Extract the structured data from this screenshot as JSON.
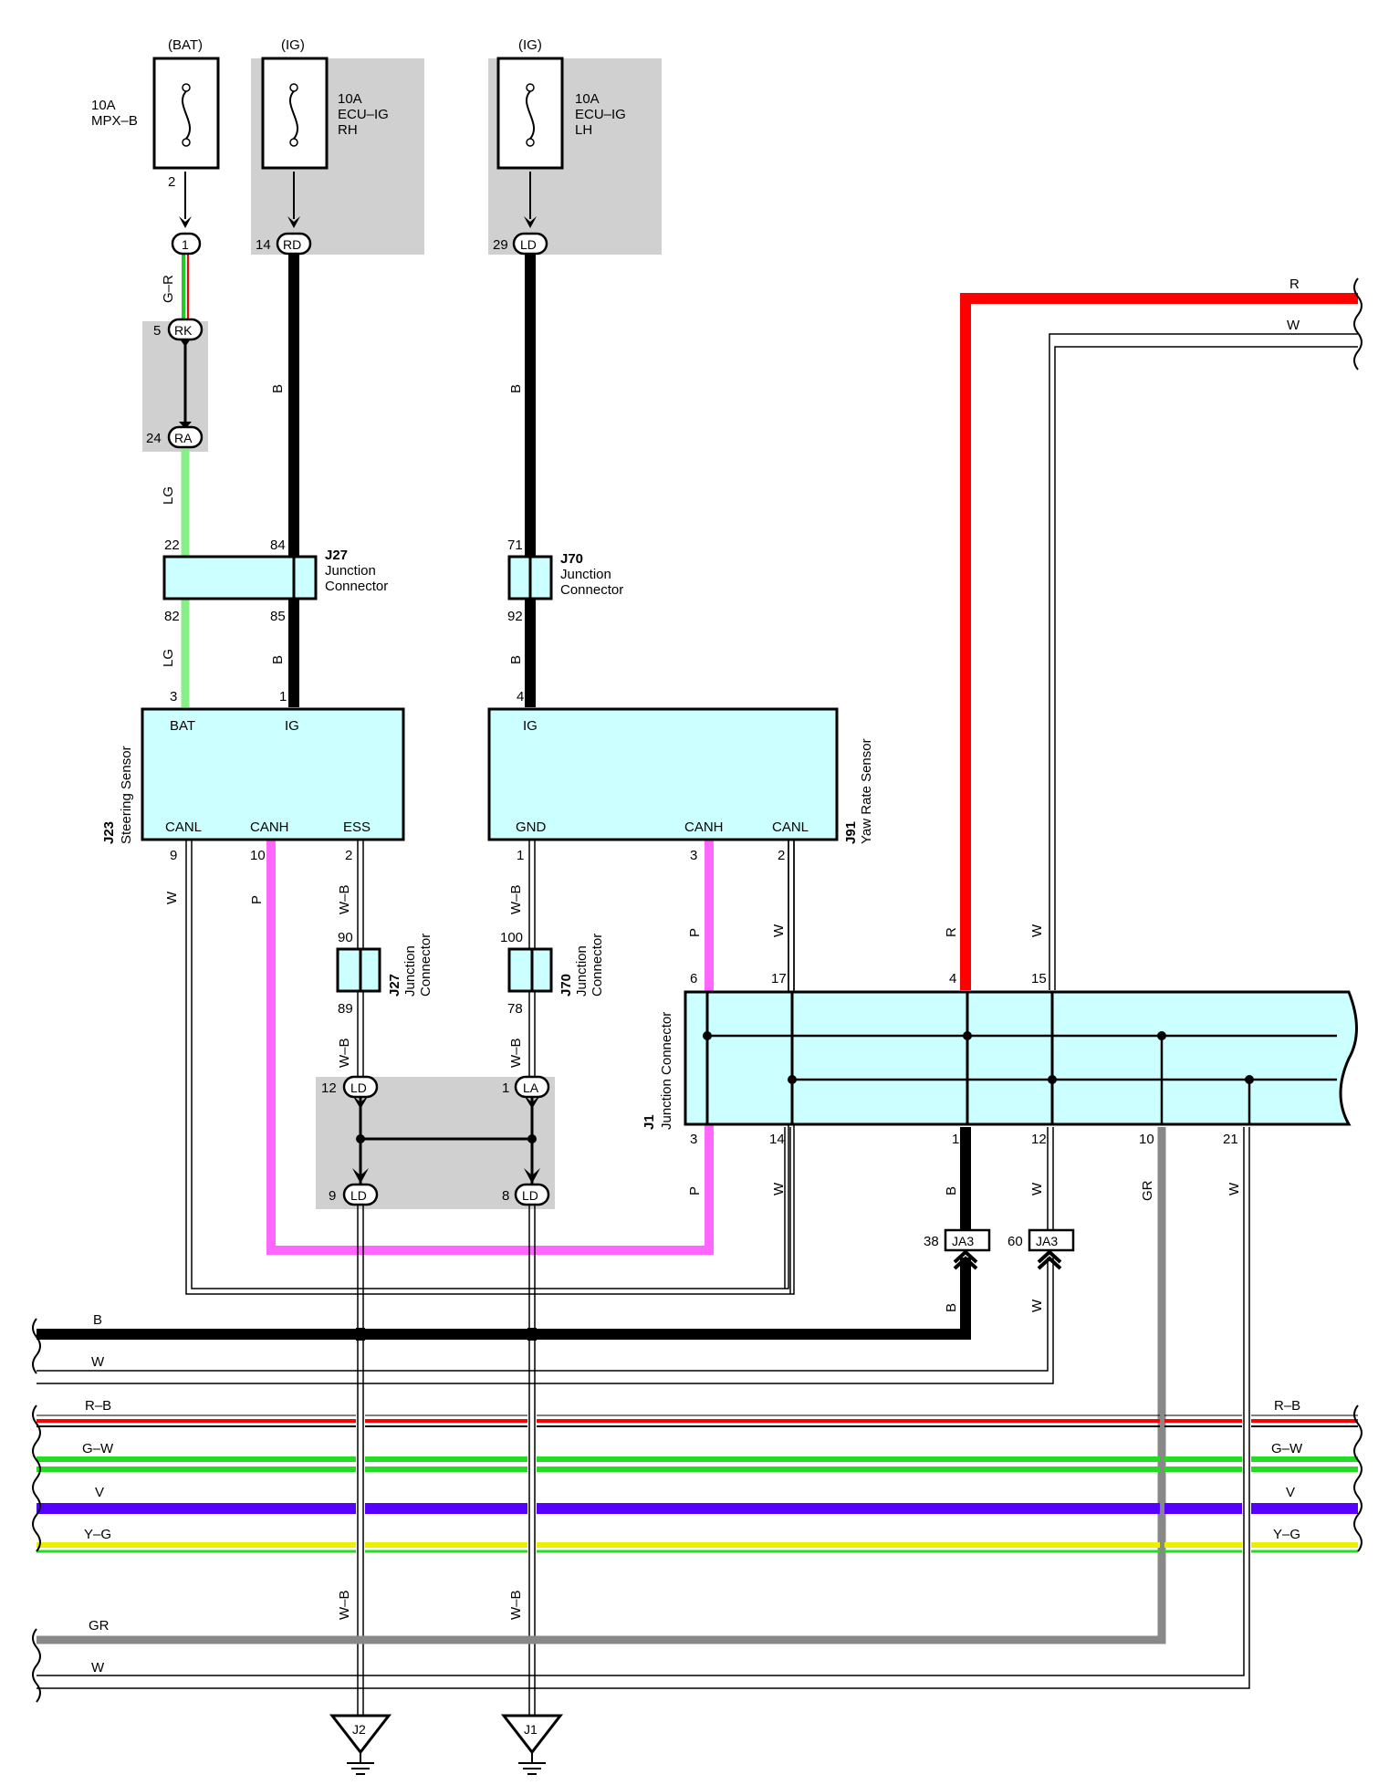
{
  "fuses": [
    {
      "source": "(BAT)",
      "amp": "10A",
      "name1": "MPX–B",
      "name2": "",
      "pin": "2"
    },
    {
      "source": "(IG)",
      "amp": "10A",
      "name1": "ECU–IG",
      "name2": "RH",
      "pin": "14"
    },
    {
      "source": "(IG)",
      "amp": "10A",
      "name1": "ECU–IG",
      "name2": "LH",
      "pin": "29"
    }
  ],
  "pins": {
    "p1": "1",
    "p2_rk": "5",
    "p2_ra": "24",
    "p14": "14",
    "p29": "29",
    "j27_22": "22",
    "j27_84": "84",
    "j27_82": "82",
    "j27_85": "85",
    "j70_71": "71",
    "j70_92": "92",
    "ss_3": "3",
    "ss_1": "1",
    "ss_9": "9",
    "ss_10": "10",
    "ss_2": "2",
    "yr_4": "4",
    "yr_1": "1",
    "yr_3": "3",
    "yr_2": "2",
    "j27b_90": "90",
    "j27b_89": "89",
    "j70b_100": "100",
    "j70b_78": "78",
    "ld12": "12",
    "la1": "1",
    "ld9": "9",
    "ld8": "8",
    "j1_6": "6",
    "j1_17": "17",
    "j1_4": "4",
    "j1_15": "15",
    "j1_3": "3",
    "j1_14": "14",
    "j1_1": "1",
    "j1_12": "12",
    "j1_10": "10",
    "j1_21": "21",
    "ja3_38": "38",
    "ja3_60": "60"
  },
  "connector_codes": {
    "c1": "1",
    "rk": "RK",
    "ra": "RA",
    "rd": "RD",
    "ld_top": "LD",
    "ld12": "LD",
    "la": "LA",
    "ld9": "LD",
    "ld8": "LD",
    "ja3a": "JA3",
    "ja3b": "JA3",
    "j2": "J2",
    "j1": "J1"
  },
  "wires": {
    "gr": "G–R",
    "lg1": "LG",
    "lg2": "LG",
    "b1": "B",
    "b2": "B",
    "b3": "B",
    "b4": "B",
    "w_ss": "W",
    "p_ss": "P",
    "wb_ss": "W–B",
    "wb_ss2": "W–B",
    "wb_ss3": "W–B",
    "wb_yr": "W–B",
    "wb_yr2": "W–B",
    "wb_yr3": "W–B",
    "p_yr": "P",
    "w_yr": "W",
    "r_top": "R",
    "w_top": "W",
    "r_j1": "R",
    "w_j1": "W",
    "p_j1": "P",
    "w_j1_14": "W",
    "b_j1": "B",
    "w_j1_12": "W",
    "gr_j1": "GR",
    "w_j1_21": "W",
    "b_ja3": "B",
    "w_ja3": "W"
  },
  "bus_lines": [
    {
      "label": "B",
      "right": "",
      "color": "#000000"
    },
    {
      "label": "W",
      "right": "",
      "color": "#ffffff"
    },
    {
      "label": "R–B",
      "right": "R–B",
      "color": "#ff0000"
    },
    {
      "label": "G–W",
      "right": "G–W",
      "color": "#22dd22"
    },
    {
      "label": "V",
      "right": "V",
      "color": "#5500ff"
    },
    {
      "label": "Y–G",
      "right": "Y–G",
      "color": "#eeee00"
    },
    {
      "label": "GR",
      "right": "",
      "color": "#888888"
    },
    {
      "label": "W",
      "right": "",
      "color": "#ffffff"
    }
  ],
  "components": {
    "j27": {
      "code": "J27",
      "line1": "Junction",
      "line2": "Connector"
    },
    "j70": {
      "code": "J70",
      "line1": "Junction",
      "line2": "Connector"
    },
    "j27b": {
      "code": "J27",
      "line1": "Junction",
      "line2": "Connector"
    },
    "j70b": {
      "code": "J70",
      "line1": "Junction",
      "line2": "Connector"
    },
    "steering": {
      "code": "J23",
      "name": "Steering Sensor",
      "bat": "BAT",
      "ig": "IG",
      "canl": "CANL",
      "canh": "CANH",
      "ess": "ESS"
    },
    "yaw": {
      "code": "J91",
      "name": "Yaw Rate Sensor",
      "ig": "IG",
      "gnd": "GND",
      "canh": "CANH",
      "canl": "CANL"
    },
    "j1": {
      "code": "J1",
      "name": "Junction Connector"
    }
  },
  "colors": {
    "red": "#ff0000",
    "green": "#22dd22",
    "lightgreen": "#88ee88",
    "violet": "#5500ff",
    "yellow": "#eeee00",
    "pink": "#ff66ff",
    "gray": "#888888",
    "cyan": "#ccffff"
  }
}
